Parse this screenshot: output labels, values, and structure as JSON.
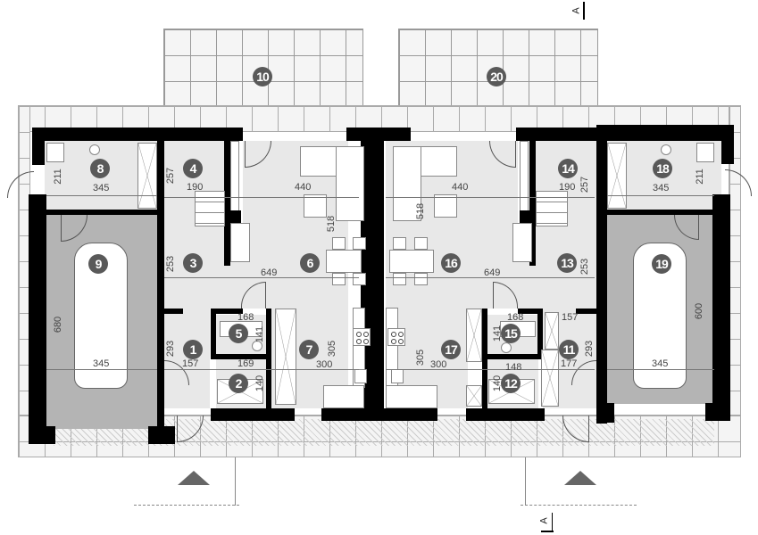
{
  "plan": {
    "type": "floor-plan",
    "description": "Ground floor plan of semi-detached house with garages (mirror layout)",
    "section_marker": "A",
    "north_entry_arrows": 2
  },
  "rooms": [
    {
      "id": "1",
      "label": "1",
      "dims": [
        "293",
        "157"
      ]
    },
    {
      "id": "2",
      "label": "2",
      "dims": [
        "169",
        "140"
      ]
    },
    {
      "id": "3",
      "label": "3",
      "dims": [
        "253"
      ]
    },
    {
      "id": "4",
      "label": "4",
      "dims": [
        "257",
        "190"
      ]
    },
    {
      "id": "5",
      "label": "5",
      "dims": [
        "168",
        "141"
      ]
    },
    {
      "id": "6",
      "label": "6",
      "dims": [
        "440",
        "518",
        "649"
      ]
    },
    {
      "id": "7",
      "label": "7",
      "dims": [
        "305",
        "300"
      ]
    },
    {
      "id": "8",
      "label": "8",
      "dims": [
        "211",
        "345"
      ]
    },
    {
      "id": "9",
      "label": "9",
      "dims": [
        "680",
        "345"
      ]
    },
    {
      "id": "10",
      "label": "10",
      "dims": []
    },
    {
      "id": "11",
      "label": "11",
      "dims": [
        "157",
        "293",
        "177"
      ]
    },
    {
      "id": "12",
      "label": "12",
      "dims": [
        "148",
        "140"
      ]
    },
    {
      "id": "13",
      "label": "13",
      "dims": [
        "253"
      ]
    },
    {
      "id": "14",
      "label": "14",
      "dims": [
        "190",
        "257"
      ]
    },
    {
      "id": "15",
      "label": "15",
      "dims": [
        "168",
        "141"
      ]
    },
    {
      "id": "16",
      "label": "16",
      "dims": [
        "440",
        "518",
        "649"
      ]
    },
    {
      "id": "17",
      "label": "17",
      "dims": [
        "305",
        "300"
      ]
    },
    {
      "id": "18",
      "label": "18",
      "dims": [
        "345",
        "211"
      ]
    },
    {
      "id": "19",
      "label": "19",
      "dims": [
        "600",
        "345"
      ]
    },
    {
      "id": "20",
      "label": "20",
      "dims": []
    }
  ],
  "labels": {
    "r1": "1",
    "r2": "2",
    "r3": "3",
    "r4": "4",
    "r5": "5",
    "r6": "6",
    "r7": "7",
    "r8": "8",
    "r9": "9",
    "r10": "10",
    "r11": "11",
    "r12": "12",
    "r13": "13",
    "r14": "14",
    "r15": "15",
    "r16": "16",
    "r17": "17",
    "r18": "18",
    "r19": "19",
    "r20": "20"
  },
  "dims": {
    "d8_211": "211",
    "d8_345": "345",
    "d4_257": "257",
    "d4_190": "190",
    "d6_440": "440",
    "d6_518": "518",
    "d6_649": "649",
    "d3_253": "253",
    "d9_680": "680",
    "d9_345": "345",
    "d1_293": "293",
    "d1_157": "157",
    "d5_168": "168",
    "d5_141": "141",
    "d2_169": "169",
    "d2_140": "140",
    "d7_305": "305",
    "d7_300": "300",
    "d16_440": "440",
    "d16_518": "518",
    "d16_649": "649",
    "d14_190": "190",
    "d14_257": "257",
    "d18_345": "345",
    "d18_211": "211",
    "d13_253": "253",
    "d19_600": "600",
    "d19_345": "345",
    "d11_157": "157",
    "d11_293": "293",
    "d11_177": "177",
    "d15_168": "168",
    "d15_141": "141",
    "d12_148": "148",
    "d12_140": "140",
    "d17_305": "305",
    "d17_300": "300"
  },
  "section": {
    "top": "A",
    "bottom": "A"
  },
  "colors": {
    "wall": "#000000",
    "room_floor": "#e8e8e8",
    "garage_floor": "#b4b4b4",
    "badge": "#595959",
    "terrace": "#f5f5f5"
  }
}
